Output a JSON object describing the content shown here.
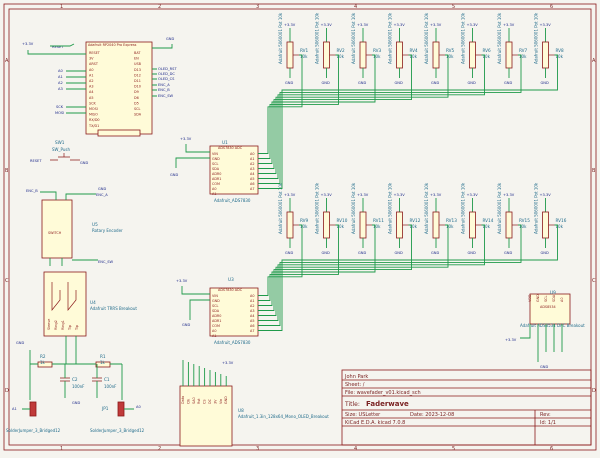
{
  "border": {
    "cols": [
      "1",
      "2",
      "3",
      "4",
      "5",
      "6"
    ],
    "rows": [
      "A",
      "B",
      "C",
      "D"
    ]
  },
  "power": {
    "v33": "+3.3V",
    "gnd": "GND"
  },
  "netlabels": {
    "reset": "RESET",
    "a0": "A0",
    "a1": "A1",
    "a2": "A2",
    "a3": "A3",
    "sck": "SCK",
    "mosi": "MOSI",
    "oled_rst": "OLED_RST",
    "oled_dc": "OLED_DC",
    "oled_cs": "OLED_CS",
    "enc_a": "ENC_A",
    "enc_b": "ENC_B",
    "enc_sw": "ENC_SW"
  },
  "mcu": {
    "title": "Adafruit RP2040 Pro Express",
    "pins_left": [
      "RESET",
      "3V",
      "ARST",
      "A0",
      "A1",
      "A2",
      "A3",
      "A4",
      "A5",
      "SCK",
      "MOSI",
      "MISO",
      "RX/D0",
      "TX/D1"
    ],
    "pins_right": [
      "BAT",
      "EN",
      "USB",
      "D13",
      "D12",
      "D11",
      "D10",
      "D9",
      "D6",
      "D5",
      "SCL",
      "SDA"
    ]
  },
  "sw1": {
    "ref": "SW1",
    "value": "SW_Push"
  },
  "u5": {
    "ref": "U5",
    "value": "Rotary Encoder",
    "pin": "SWITCH"
  },
  "u4": {
    "ref": "U4",
    "value": "Adafruit TRRS Breakout",
    "pins": [
      "Sleeve",
      "Ring2",
      "Ring1",
      "Tip",
      "Tip"
    ]
  },
  "adc1": {
    "ref": "U1",
    "value": "Adafruit_ADS7830",
    "title": "ADS7830 ADC",
    "pins_left": [
      "VIN",
      "GND",
      "SCL",
      "SDA",
      "ADR0",
      "ADR1",
      "COM",
      "A0",
      "A1"
    ],
    "pins_right": [
      "A0",
      "A1",
      "A2",
      "A3",
      "A4",
      "A5",
      "A6",
      "A7"
    ]
  },
  "adc2": {
    "ref": "U3",
    "value": "Adafruit_ADS7830",
    "title": "ADS7830 ADC",
    "pins_left": [
      "VIN",
      "GND",
      "SCL",
      "SDA",
      "ADR0",
      "ADR1",
      "COM",
      "A0",
      "A1"
    ],
    "pins_right": [
      "A0",
      "A1",
      "A2",
      "A3",
      "A4",
      "A5",
      "A6",
      "A7"
    ]
  },
  "pots_top": [
    {
      "ref": "RV1",
      "value": "10k",
      "footprint": "Adafruit 5060001 Pot 10k"
    },
    {
      "ref": "RV2",
      "value": "10k",
      "footprint": "Adafruit 5060001 Pot 10k"
    },
    {
      "ref": "RV3",
      "value": "10k",
      "footprint": "Adafruit 5060001 Pot 10k"
    },
    {
      "ref": "RV4",
      "value": "10k",
      "footprint": "Adafruit 5060001 Pot 10k"
    },
    {
      "ref": "RV5",
      "value": "10k",
      "footprint": "Adafruit 5060001 Pot 10k"
    },
    {
      "ref": "RV6",
      "value": "10k",
      "footprint": "Adafruit 5060001 Pot 10k"
    },
    {
      "ref": "RV7",
      "value": "10k",
      "footprint": "Adafruit 5060001 Pot 10k"
    },
    {
      "ref": "RV8",
      "value": "10k",
      "footprint": "Adafruit 5060001 Pot 10k"
    }
  ],
  "pots_bottom": [
    {
      "ref": "RV9",
      "value": "10k",
      "footprint": "Adafruit 5060001 Pot 10k"
    },
    {
      "ref": "RV10",
      "value": "10k",
      "footprint": "Adafruit 5060001 Pot 10k"
    },
    {
      "ref": "RV11",
      "value": "10k",
      "footprint": "Adafruit 5060001 Pot 10k"
    },
    {
      "ref": "RV12",
      "value": "10k",
      "footprint": "Adafruit 5060001 Pot 10k"
    },
    {
      "ref": "RV13",
      "value": "10k",
      "footprint": "Adafruit 5060001 Pot 10k"
    },
    {
      "ref": "RV14",
      "value": "10k",
      "footprint": "Adafruit 5060001 Pot 10k"
    },
    {
      "ref": "RV15",
      "value": "10k",
      "footprint": "Adafruit 5060001 Pot 10k"
    },
    {
      "ref": "RV16",
      "value": "10k",
      "footprint": "Adafruit 5060001 Pot 10k"
    }
  ],
  "u9": {
    "ref": "U9",
    "value": "Adafruit ADS8534 DAC Breakout",
    "title": "ADS8534",
    "pins": [
      "VDD",
      "GND",
      "SCL",
      "SDA",
      "A0"
    ]
  },
  "r1": {
    "ref": "R1",
    "value": "1k"
  },
  "r2": {
    "ref": "R2",
    "value": "1k"
  },
  "c1": {
    "ref": "C1",
    "value": "100nF"
  },
  "c2": {
    "ref": "C2",
    "value": "100nF"
  },
  "jp1": {
    "ref": "JP1",
    "value": "SolderJumper_3_Bridged12"
  },
  "jp2": {
    "ref": "JP2",
    "value": "SolderJumper_3_Bridged12"
  },
  "jp_labels": {
    "a1": "A1",
    "a0": "A0"
  },
  "u8": {
    "ref": "U8",
    "value": "Adafruit_1.3in_128x64_Mono_OLED_Breakout",
    "pins": [
      "Data",
      "Clk",
      "SA0",
      "Rst",
      "CS",
      "DC",
      "3V",
      "Vin",
      "GND"
    ]
  },
  "titleblock": {
    "author": "John Park",
    "sheet": "Sheet: /",
    "file": "File: wavefader_v01.kicad_sch",
    "title_label": "Title:",
    "title": "Faderwave",
    "size": "Size: USLetter",
    "date": "Date: 2023-12-08",
    "rev": "Rev:",
    "kicad": "KiCad E.D.A.  kicad 7.0.8",
    "id": "Id: 1/1"
  }
}
